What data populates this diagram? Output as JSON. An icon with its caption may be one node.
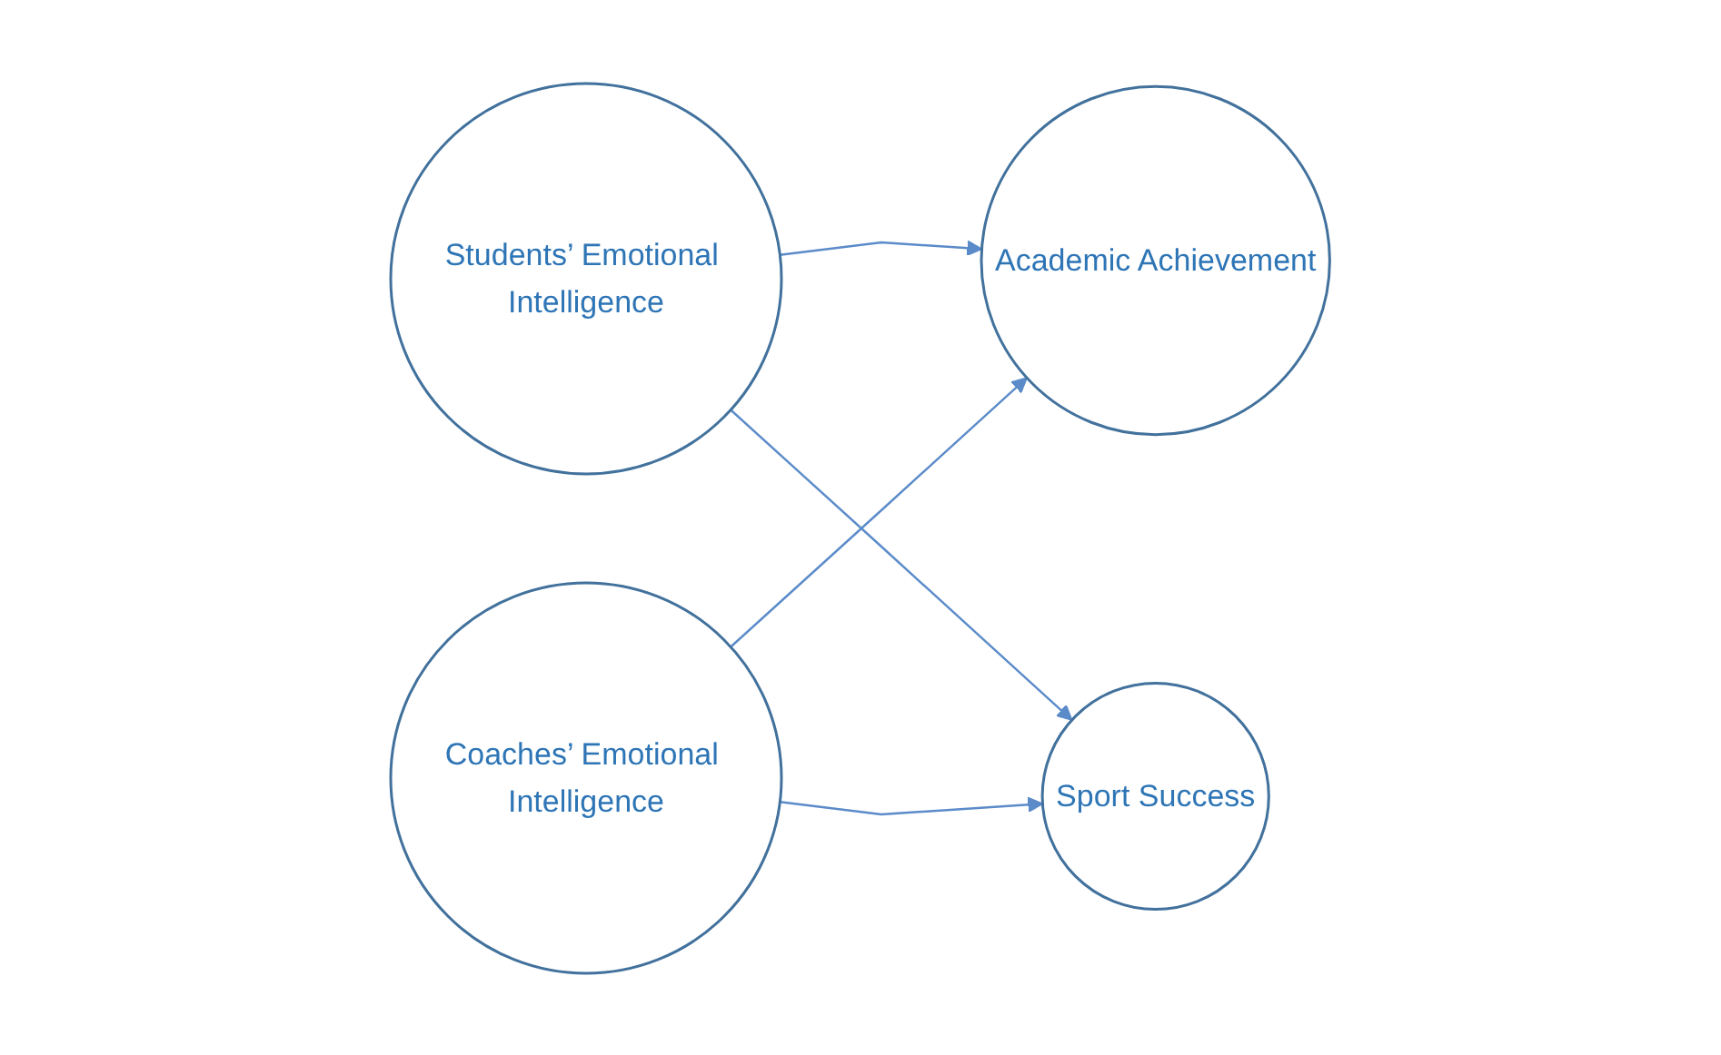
{
  "diagram": {
    "nodes": [
      {
        "text": [
          "Students’ Emotional Intelligence"
        ]
      },
      {
        "text": [
          "Sport Success"
        ]
      },
      {
        "text": [
          "Academic Achievement"
        ]
      },
      {
        "text": [
          "Coaches’ Emotional Intelligence"
        ]
      }
    ],
    "edges": [
      {
        "from": 0,
        "to": 2,
        "arrow": "to"
      },
      {
        "from": 0,
        "to": 1,
        "arrow": "to"
      },
      {
        "from": 3,
        "to": 1,
        "arrow": "to"
      },
      {
        "from": 3,
        "to": 2,
        "arrow": "to"
      }
    ]
  }
}
